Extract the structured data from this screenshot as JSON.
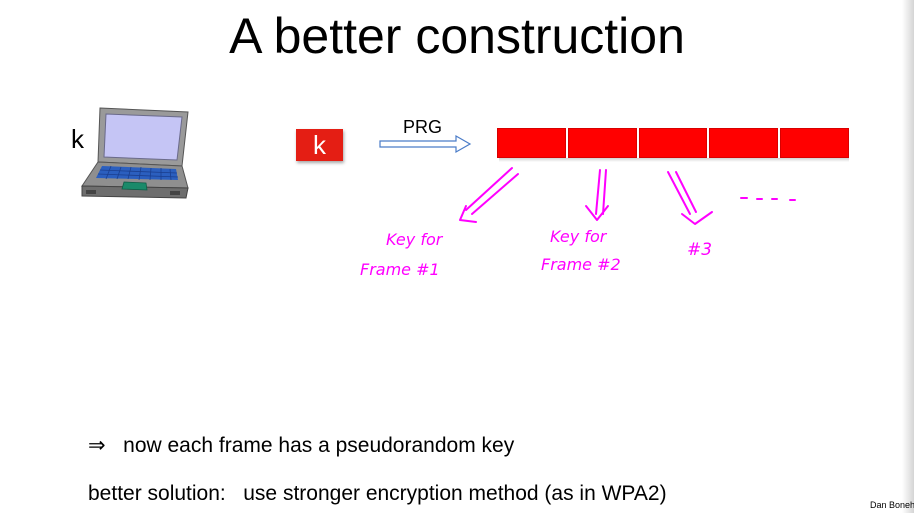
{
  "slide": {
    "title": "A better construction",
    "k_label": "k",
    "key_box_label": "k",
    "prg_label": "PRG",
    "stream_segments": 5,
    "annotations": {
      "frame1_line1": "Key for",
      "frame1_line2": "Frame #1",
      "frame2_line1": "Key for",
      "frame2_line2": "Frame #2",
      "frame3": "#3",
      "dots": "- - - -"
    },
    "bullet1_symbol": "⇒",
    "bullet1_text": "now each frame has a pseudorandom key",
    "bullet2_text": "better solution:   use stronger encryption method (as in WPA2)",
    "credit": "Dan Boneh"
  },
  "colors": {
    "key_red": "#e41e14",
    "stream_red": "#ff0000",
    "ink_magenta": "#ff00ff",
    "arrow_blue": "#4a7cc8"
  },
  "icons": {
    "laptop": "laptop-icon",
    "arrow": "prg-arrow-icon"
  }
}
